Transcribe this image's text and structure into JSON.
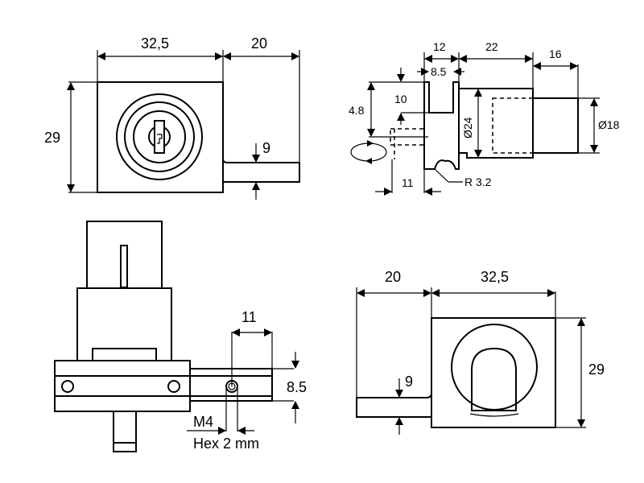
{
  "colors": {
    "ink": "#000000",
    "background": "#ffffff"
  },
  "views": {
    "front": {
      "width_label": "32,5",
      "bolt_extension_label": "20",
      "height_label": "29",
      "bolt_thickness_label": "9",
      "key_cylinder_icon": "keyhole-icon"
    },
    "side": {
      "flange_width_label": "12",
      "slot_width_label": "8.5",
      "body_length_label": "22",
      "tail_length_label": "16",
      "slot_depth_label": "10",
      "offset_label": "4.8",
      "body_diameter_label": "Ø24",
      "tail_diameter_label": "Ø18",
      "bottom_offset_label": "11",
      "radius_label": "R 3.2",
      "rotation_icon": "rotation-arrows-icon"
    },
    "top": {
      "hole_spacing_label": "11",
      "bolt_height_label": "8.5",
      "screw_label": "M4",
      "hex_label": "Hex 2 mm"
    },
    "rear": {
      "bolt_extension_label": "20",
      "width_label": "32,5",
      "height_label": "29",
      "bolt_thickness_label": "9"
    }
  }
}
